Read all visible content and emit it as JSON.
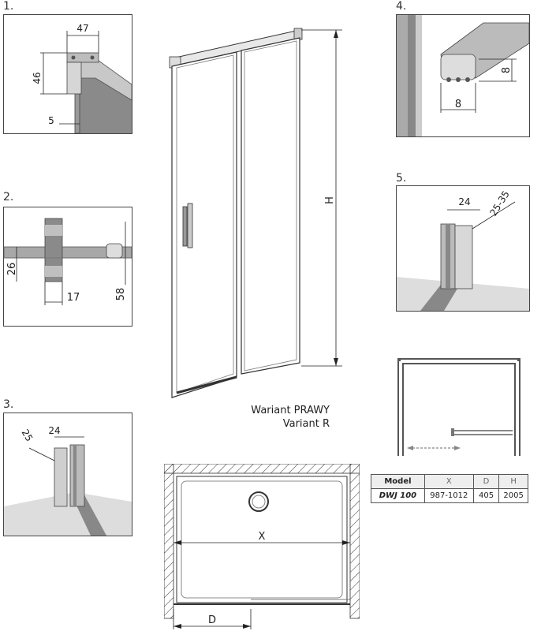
{
  "details": [
    {
      "label": "1.",
      "dims": [
        "47",
        "46",
        "5"
      ]
    },
    {
      "label": "2.",
      "dims": [
        "26",
        "17",
        "58"
      ]
    },
    {
      "label": "3.",
      "dims": [
        "25",
        "24"
      ]
    },
    {
      "label": "4.",
      "dims": [
        "8",
        "8"
      ]
    },
    {
      "label": "5.",
      "dims": [
        "24",
        "25-35"
      ]
    }
  ],
  "main": {
    "height_label": "H",
    "width_label": "X",
    "depth_label": "D"
  },
  "variant": {
    "line1": "Wariant PRAWY",
    "line2": "Variant R"
  },
  "table": {
    "headers": [
      "Model",
      "X",
      "D",
      "H"
    ],
    "rows": [
      {
        "model": "DWJ 100",
        "x": "987-1012",
        "d": "405",
        "h": "2005"
      }
    ]
  }
}
